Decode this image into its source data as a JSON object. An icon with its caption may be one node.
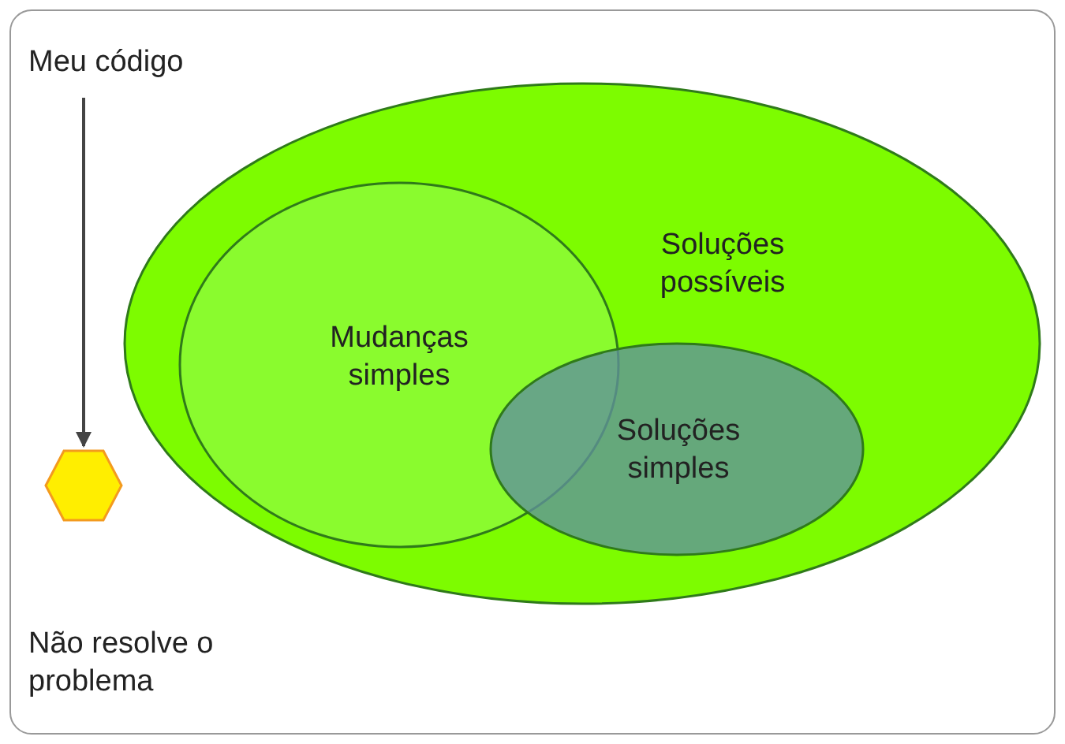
{
  "diagram": {
    "nodes": [
      {
        "text": [
          "Meu código"
        ]
      },
      {
        "text": [],
        "shape": "hexagon"
      },
      {
        "text": [
          "Soluções possíveis"
        ]
      },
      {
        "text": [
          "Mudanças simples"
        ],
        "in": 2
      },
      {
        "text": [
          "Soluções simples"
        ],
        "in": 2
      }
    ],
    "edges": [
      {
        "from": 0,
        "to": 1,
        "arrow": "to"
      }
    ],
    "labels": [
      "Não resolve o problema"
    ]
  }
}
